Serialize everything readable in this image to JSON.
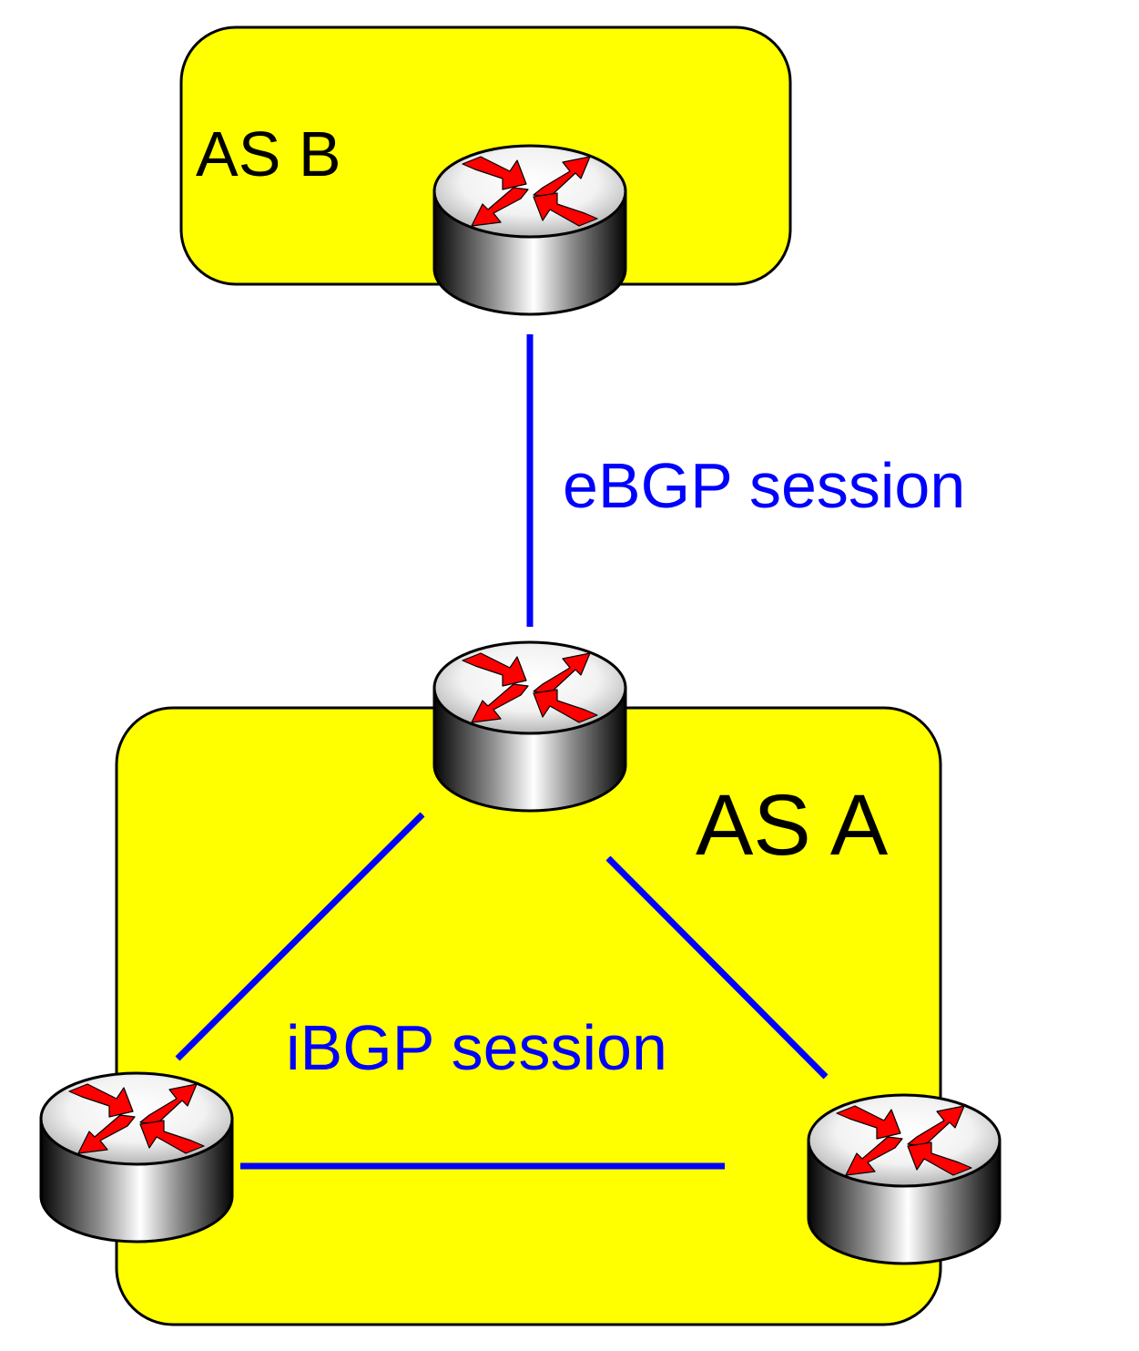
{
  "colors": {
    "as_fill": "#ffff00",
    "as_stroke": "#000000",
    "session_color": "#0000ff",
    "router_arrow_color": "#ff0000",
    "label_color": "#000000"
  },
  "as_b": {
    "label": "AS B"
  },
  "as_a": {
    "label": "AS A"
  },
  "sessions": {
    "ebgp_label": "eBGP session",
    "ibgp_label": "iBGP session"
  },
  "routers": [
    {
      "id": "router-as-b",
      "icon": "router-icon"
    },
    {
      "id": "router-as-a-top",
      "icon": "router-icon"
    },
    {
      "id": "router-as-a-left",
      "icon": "router-icon"
    },
    {
      "id": "router-as-a-right",
      "icon": "router-icon"
    }
  ]
}
